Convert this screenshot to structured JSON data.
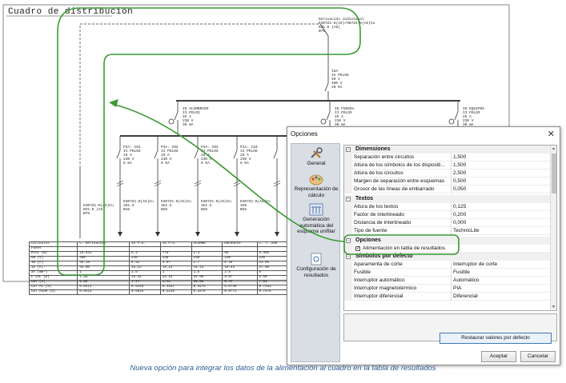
{
  "drawing": {
    "title": "Cuadro de distribución",
    "feeder_label": "Derivación individual\nES07Z1-K(AS)/H07Z1-K(AS)Cu\nRZ1-K (AS)\nØ75",
    "main_switch_label": "IGA\nIV POLOS\n40 A\n400 V\n10 KA",
    "diff_left_label": "ID ALUMBRADO\nII POLOS\n25 A\n230 V\n30 mA",
    "diff_mid_label": "ID FUERZA\nII POLOS\n25 A\n230 V\n30 mA",
    "diff_right_label": "ID EQUIPOS\nII POLOS\n25 A\n230 V\n30 mA",
    "circuits": [
      {
        "breaker": "PIA: C01\nII POLOS\n10 A\n230 V\n6 KA",
        "cable": "ES07Z1-K(AS)Cu\n3G1.5\nØ16"
      },
      {
        "breaker": "PIA: C02\nII POLOS\n16 A\n230 V\n6 KA",
        "cable": "ES07Z1-K(AS)Cu\n3G2.5\nØ20"
      },
      {
        "breaker": "PIA: C03\nII POLOS\n16 A\n230 V\n6 KA",
        "cable": "ES07Z1-K(AS)Cu\n3G2.5\nØ20"
      },
      {
        "breaker": "PIA: C10\nII POLOS\n25 A\n230 V\n6 KA",
        "cable": "ES07Z1-K(AS)Cu\n3G6\nØ25"
      },
      {
        "breaker": "",
        "cable": ""
      }
    ],
    "vertical_cable_label": "ES07Z1-K(AS)Cu\nRZ1-K (AS)\nØ75",
    "table_rows": [
      [
        "Circuitos",
        "C. Derivación",
        "IG P.U.",
        "IG P.U.",
        "ALUMBR.",
        "ENCHUFES",
        "C. T. 250"
      ],
      [
        "Fases",
        "",
        "",
        "",
        "",
        "",
        ""
      ],
      [
        "PCAL (W)",
        "23.631",
        "5.3",
        "770",
        "2.3",
        "66",
        "5.405"
      ],
      [
        "UN (V)",
        "400",
        "230",
        "230",
        "230",
        "230",
        "230"
      ],
      [
        "IB (A)",
        "35.15",
        "6.34",
        "3.57",
        "1.7",
        "0.36",
        "23.50"
      ],
      [
        "IZ (A)",
        "34.00",
        "15.23",
        "15.23",
        "15.23",
        "19.63",
        "27.00"
      ],
      [
        "SF (mm²)",
        "1",
        "1.5",
        "1",
        "1.5",
        "2.5",
        "6"
      ],
      [
        "L CAL (m)",
        "1.50",
        "14.42",
        "34.15",
        "25.50",
        "8.87",
        "5.50"
      ],
      [
        "CDT (V)",
        "1.66",
        "7.47",
        "1.41",
        "35.58",
        "0.44",
        "7.93"
      ],
      [
        "CDT AC (%)",
        "0.0413",
        "0.6420",
        "0.3257",
        "0.3276",
        "0.0746",
        "0.7263"
      ],
      [
        "CDT ACUM (%)",
        "0.0413",
        "0.6625",
        "0.3235",
        "0.3276",
        "0.0773",
        "0.7476"
      ]
    ]
  },
  "dialog": {
    "title": "Opciones",
    "close_glyph": "✕",
    "sidebar": [
      {
        "label": "General",
        "icon": "tools-icon"
      },
      {
        "label": "Representación de cálculo",
        "icon": "palette-icon"
      },
      {
        "label": "Generación automática del esquema unifilar",
        "icon": "schema-icon"
      },
      {
        "label": "Configuración de resultados",
        "icon": "results-config-icon"
      }
    ],
    "sections": {
      "dimensiones": {
        "title": "Dimensiones",
        "rows": [
          {
            "name": "Separación entre circuitos",
            "value": "1,500"
          },
          {
            "name": "Altura de los símbolos de los dispositi...",
            "value": "1,500"
          },
          {
            "name": "Altura de los circuitos",
            "value": "2,500"
          },
          {
            "name": "Margen de separación entre esquemas",
            "value": "0,500"
          },
          {
            "name": "Grosor de las líneas de embarrado",
            "value": "0,050"
          }
        ]
      },
      "textos": {
        "title": "Textos",
        "rows": [
          {
            "name": "Altura de los textos",
            "value": "0,125"
          },
          {
            "name": "Factor de interlineado",
            "value": "0,200"
          },
          {
            "name": "Distancia de interlineado",
            "value": "0,000"
          },
          {
            "name": "Tipo de fuente",
            "value": "TechnicLite"
          }
        ]
      },
      "opciones": {
        "title": "Opciones",
        "checkbox_label": "Alimentación en tabla de resultados",
        "checked_glyph": "✓"
      },
      "simbolos": {
        "title": "Símbolos por defecto",
        "rows": [
          {
            "name": "Aparamenta de corte",
            "value": "Interruptor de corte"
          },
          {
            "name": "Fusible",
            "value": "Fusible"
          },
          {
            "name": "Interruptor automático",
            "value": "Automático"
          },
          {
            "name": "Interruptor magnetotérmico",
            "value": "PIA"
          },
          {
            "name": "Interruptor diferencial",
            "value": "Diferencial"
          }
        ]
      }
    },
    "buttons": {
      "restore": "Restaurar valores por defecto",
      "accept": "Aceptar",
      "cancel": "Cancelar"
    }
  },
  "caption": "Nueva opción para integrar los datos de la alimentación al cuadro en la tabla de resultados",
  "colors": {
    "highlight_green": "#3a9a35",
    "caption_blue": "#2e5f9a",
    "sidebar_bg": "#d9dde4"
  }
}
